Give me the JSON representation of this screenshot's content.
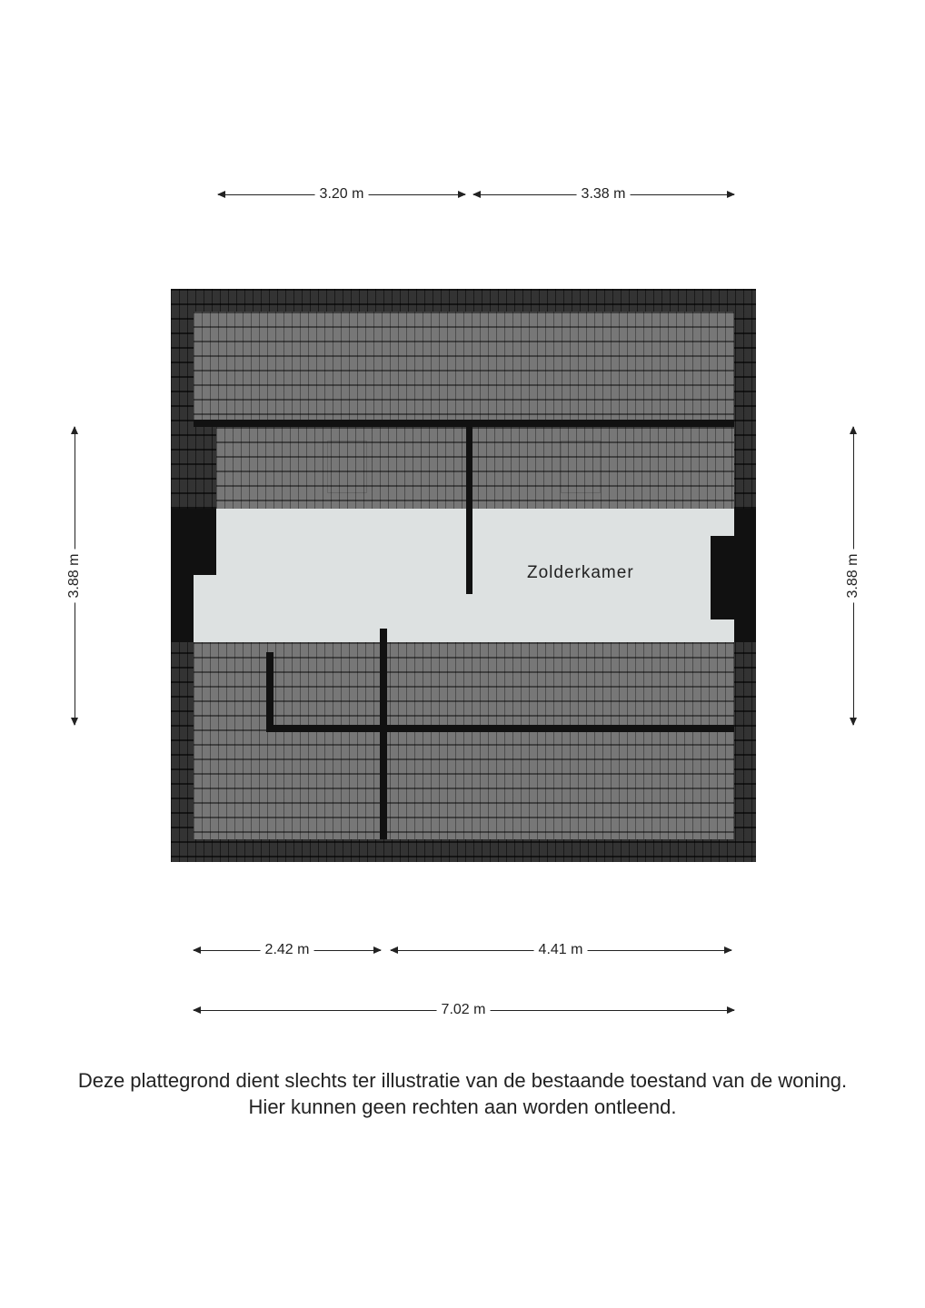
{
  "room": {
    "name": "Zolderkamer"
  },
  "dimensions": {
    "top_left": "3.20 m",
    "top_right": "3.38 m",
    "left": "3.88 m",
    "right": "3.88 m",
    "bottom_left": "2.42 m",
    "bottom_right": "4.41 m",
    "bottom_total": "7.02 m"
  },
  "disclaimer": {
    "line1": "Deze plattegrond dient slechts ter illustratie van de bestaande toestand van de woning.",
    "line2": "Hier kunnen geen rechten aan worden ontleend."
  }
}
